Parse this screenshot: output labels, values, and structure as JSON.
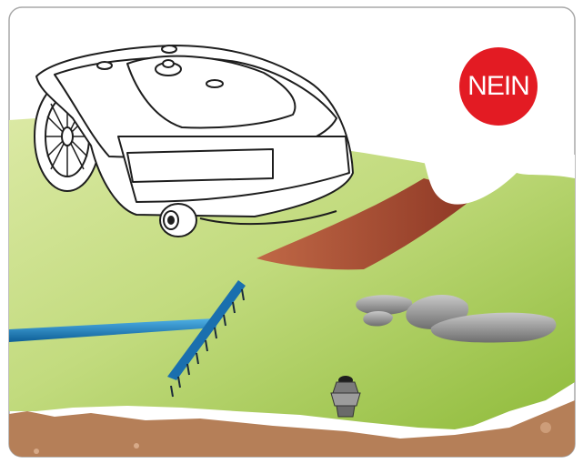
{
  "badge": {
    "label": "NEIN",
    "color": "#e31b23"
  },
  "colors": {
    "frame": "#a0a0a0",
    "lawn_light": "#c9df8a",
    "lawn_dark": "#8fbb3a",
    "soil": "#b07a52",
    "trench": "#a0442c",
    "rake": "#1e7fc0",
    "stone": "#8c8c8c"
  },
  "objects": [
    "robotic-lawnmower",
    "trench",
    "rake",
    "stones",
    "sprinkler-head"
  ]
}
